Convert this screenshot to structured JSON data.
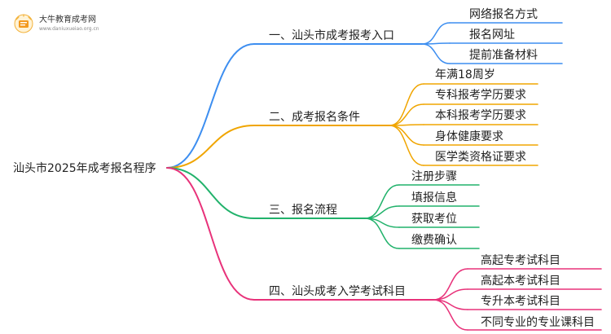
{
  "logo": {
    "title": "大牛教育成考网",
    "url": "www.daniuxueiao.org.cn"
  },
  "root": {
    "label": "汕头市2025年成考报名程序"
  },
  "branches": [
    {
      "label": "一、汕头市成考报考入口",
      "color": "#3d8ef0",
      "children": [
        "网络报名方式",
        "报名网址",
        "提前准备材料"
      ]
    },
    {
      "label": "二、成考报名条件",
      "color": "#f0a500",
      "children": [
        "年满18周岁",
        "专科报考学历要求",
        "本科报考学历要求",
        "身体健康要求",
        "医学类资格证要求"
      ]
    },
    {
      "label": "三、报名流程",
      "color": "#21b26b",
      "children": [
        "注册步骤",
        "填报信息",
        "获取考位",
        "缴费确认"
      ]
    },
    {
      "label": "四、汕头成考入学考试科目",
      "color": "#e8327a",
      "children": [
        "高起专考试科目",
        "高起本考试科目",
        "专升本考试科目",
        "不同专业的专业课科目"
      ]
    }
  ]
}
